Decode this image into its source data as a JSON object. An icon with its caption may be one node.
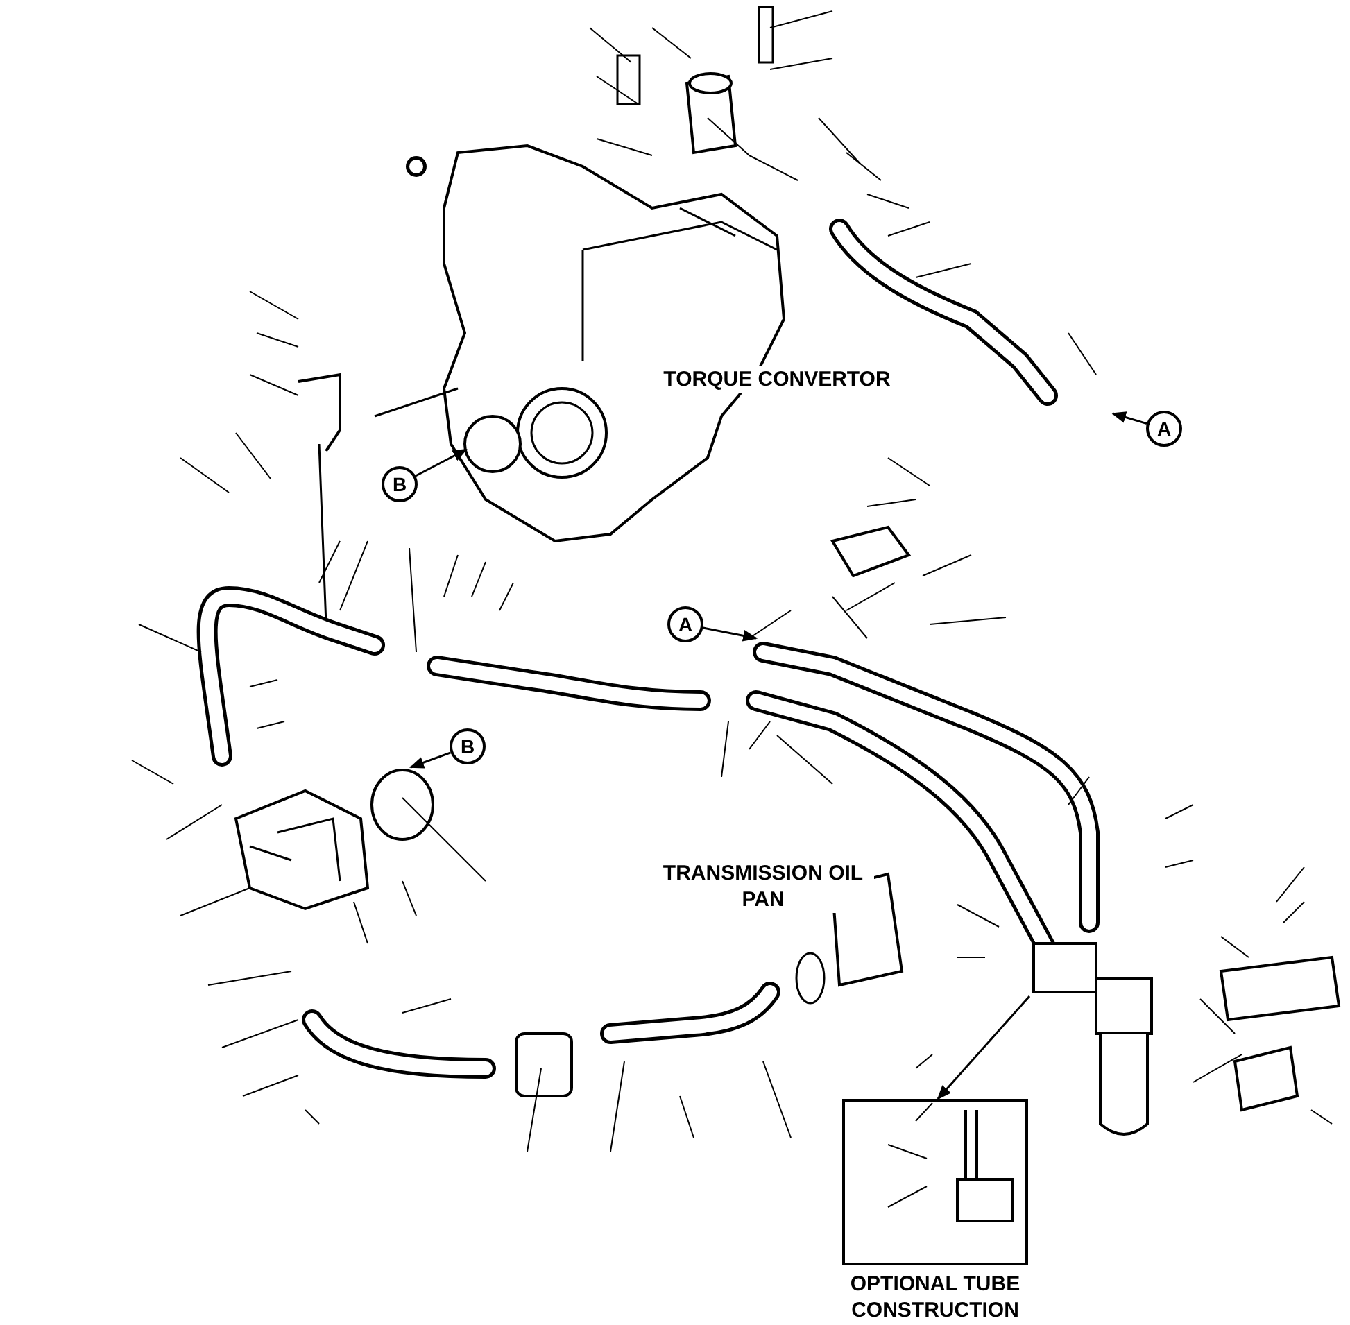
{
  "diagram": {
    "nodes": [
      {
        "text": [
          "A"
        ]
      },
      {
        "text": [
          "B"
        ]
      },
      {
        "text": [
          "A"
        ]
      },
      {
        "text": [
          "B"
        ]
      },
      {
        "text": [
          "OPTIONAL TUBE CONSTRUCTION"
        ]
      }
    ],
    "edges": [
      {
        "from": 0,
        "to": null,
        "arrow": "to"
      },
      {
        "from": 1,
        "to": null,
        "arrow": "to"
      },
      {
        "from": 2,
        "to": null,
        "arrow": "to"
      },
      {
        "from": 3,
        "to": null,
        "arrow": "to"
      },
      {
        "from": null,
        "to": 4,
        "arrow": "to"
      }
    ],
    "labels": [
      "TORQUE CONVERTOR",
      "TRANSMISSION OIL PAN"
    ]
  }
}
